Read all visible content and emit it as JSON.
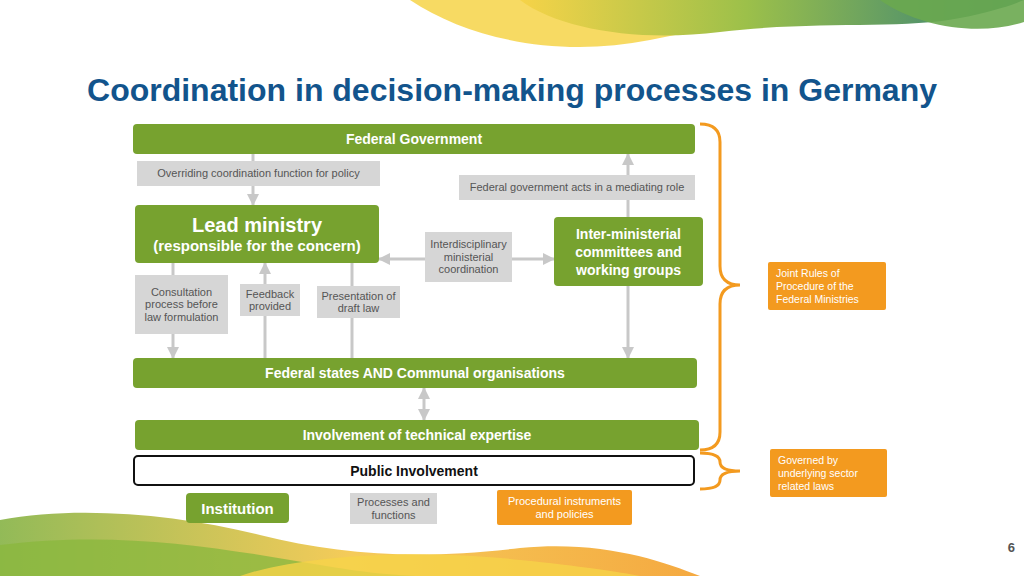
{
  "diagram": {
    "title": "Coordination in decision-making processes in Germany",
    "nodes": [
      {
        "text": [
          "Federal Government"
        ]
      },
      {
        "text": [
          "Lead ministry",
          "(responsible for the concern)"
        ]
      },
      {
        "text": [
          "Inter-ministerial committees and working groups"
        ]
      },
      {
        "text": [
          "Federal states AND Communal organisations"
        ]
      },
      {
        "text": [
          "Involvement of technical expertise"
        ]
      },
      {
        "text": [
          "Public Involvement"
        ]
      },
      {
        "text": [
          "Joint Rules of Procedure of the Federal Ministries"
        ]
      },
      {
        "text": [
          "Governed by underlying sector related laws"
        ]
      }
    ],
    "edges": [
      {
        "from": 0,
        "to": 1,
        "arrow": "to",
        "label": "Overriding coordination function for policy"
      },
      {
        "from": 2,
        "to": 0,
        "arrow": "to",
        "label": "Federal government acts in a mediating role"
      },
      {
        "from": 1,
        "to": 2,
        "arrow": "both",
        "label": "Interdisciplinary ministerial coordination"
      },
      {
        "from": 1,
        "to": 3,
        "arrow": "to",
        "label": "Consultation process before law formulation"
      },
      {
        "from": 3,
        "to": 1,
        "arrow": "to",
        "label": "Feedback provided"
      },
      {
        "from": 1,
        "to": 3,
        "arrow": "none",
        "label": "Presentation of draft law"
      },
      {
        "from": 2,
        "to": 3,
        "arrow": "to"
      },
      {
        "from": 3,
        "to": 4,
        "arrow": "both"
      }
    ],
    "labels": [
      "6"
    ],
    "legend": [
      {
        "text": "Institution",
        "color": "#77a22f"
      },
      {
        "text": "Processes and functions",
        "color": "#d6d6d6"
      },
      {
        "text": "Procedural instruments and policies",
        "color": "#f39a1f"
      }
    ]
  }
}
